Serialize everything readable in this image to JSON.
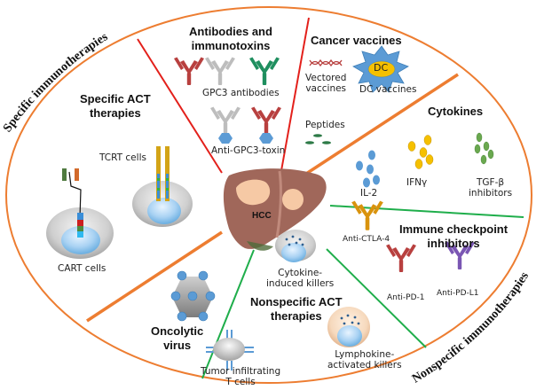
{
  "center": {
    "label": "HCC"
  },
  "arc_labels": {
    "specific": "Specific immunotherapies",
    "nonspecific": "Nonspecific immunotherapies"
  },
  "sections": {
    "antibodies": {
      "title_line1": "Antibodies and",
      "title_line2": "immunotoxins",
      "gpc3_antibodies": "GPC3 antibodies",
      "anti_gpc3_toxin": "Anti-GPC3-toxin"
    },
    "vaccines": {
      "title": "Cancer vaccines",
      "vectored_line1": "Vectored",
      "vectored_line2": "vaccines",
      "dc_badge": "DC",
      "dc_vaccines": "DC vaccines",
      "peptides": "Peptides"
    },
    "cytokines": {
      "title": "Cytokines",
      "il2": "IL-2",
      "ifn": "IFNγ",
      "tgf_line1": "TGF-β",
      "tgf_line2": "inhibitors"
    },
    "checkpoint": {
      "title_line1": "Immune checkpoint",
      "title_line2": "inhibitors",
      "ctla4": "Anti-CTLA-4",
      "pd1": "Anti-PD-1",
      "pdl1": "Anti-PD-L1"
    },
    "nonspecific_act": {
      "title_line1": "Nonspecific ACT",
      "title_line2": "therapies",
      "cik_line1": "Cytokine-",
      "cik_line2": "induced killers",
      "til_line1": "Tumor infiltrating",
      "til_line2": "T cells",
      "lak_line1": "Lymphokine-",
      "lak_line2": "activated killers"
    },
    "oncolytic": {
      "title_line1": "Oncolytic",
      "title_line2": "virus"
    },
    "specific_act": {
      "title_line1": "Specific ACT",
      "title_line2": "therapies",
      "tcrt": "TCRT cells",
      "cart": "CART cells"
    }
  },
  "colors": {
    "outer_arc": "#ed7d31",
    "red_divider": "#e3201b",
    "orange_divider": "#ed7d31",
    "green_divider": "#1fae4b",
    "liver": "#a0675a",
    "tumor": "#f6c9a5",
    "ab_red": "#b8403f",
    "ab_gray": "#bdbdbd",
    "ab_green": "#1f8f5f",
    "ab_gold": "#d9930d",
    "ab_purple": "#7a56b3",
    "hexagon_blue": "#5b9bd5",
    "dc_star": "#5b9bd5",
    "dc_core": "#f5c000",
    "il2_blue": "#5b9bd5",
    "ifn_gold": "#f5c000",
    "tgf_green": "#6aa84f"
  }
}
